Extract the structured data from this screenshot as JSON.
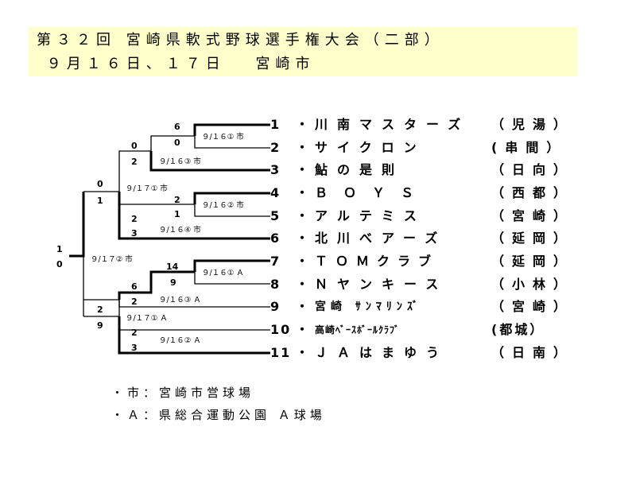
{
  "title": {
    "line1": "第３２回 宮崎県軟式野球選手権大会（二部）",
    "line2": " ９月１６日、１７日　 宮崎市"
  },
  "teams": [
    {
      "seed": "1",
      "name": "川南マスターズ",
      "location": "（児湯）"
    },
    {
      "seed": "2",
      "name": "サイクロン",
      "location": "(串間）"
    },
    {
      "seed": "3",
      "name": "鮎の是則",
      "location": "（日向）"
    },
    {
      "seed": "4",
      "name": "ＢＯＹＳ",
      "location": "（西都）"
    },
    {
      "seed": "5",
      "name": "アルテミス",
      "location": "（宮崎）"
    },
    {
      "seed": "6",
      "name": "北川べアーズ",
      "location": "（延岡）"
    },
    {
      "seed": "7",
      "name": "ＴＯＭクラブ",
      "location": "（延岡）"
    },
    {
      "seed": "8",
      "name": "Ｎヤンキース",
      "location": "（小林）"
    },
    {
      "seed": "9",
      "name": "宮崎 ｻﾝﾏﾘﾝｽﾞ",
      "location": "（宮崎）"
    },
    {
      "seed": "10",
      "name": "高崎ﾍﾞｰｽﾎﾞｰﾙｸﾗﾌﾞ",
      "location": "(都城）"
    },
    {
      "seed": "11",
      "name": "ＪＡはまゆう",
      "location": "（日南）"
    }
  ],
  "games": [
    {
      "label": "９/１６① 市",
      "scores": [
        "6",
        "0"
      ]
    },
    {
      "label": "９/１６③ 市",
      "scores": [
        "0",
        "2"
      ]
    },
    {
      "label": "９/１６② 市",
      "scores": [
        "2",
        "1"
      ]
    },
    {
      "label": "９/１６④ 市",
      "scores": [
        "2",
        "3"
      ]
    },
    {
      "label": "９/１７① 市",
      "scores": [
        "0",
        "1"
      ]
    },
    {
      "label": "９/１６① Ａ",
      "scores": [
        "14",
        "9"
      ]
    },
    {
      "label": "９/１６③ Ａ",
      "scores": [
        "6",
        "2"
      ]
    },
    {
      "label": "９/１６② Ａ",
      "scores": [
        "2",
        "3"
      ]
    },
    {
      "label": "９/１７① Ａ",
      "scores": [
        "2",
        "9"
      ]
    },
    {
      "label": "９/１７② 市",
      "scores": [
        "1",
        "0"
      ]
    }
  ],
  "legend": [
    "・市：宮崎市営球場",
    "・Ａ：県総合運動公園 Ａ球場"
  ]
}
